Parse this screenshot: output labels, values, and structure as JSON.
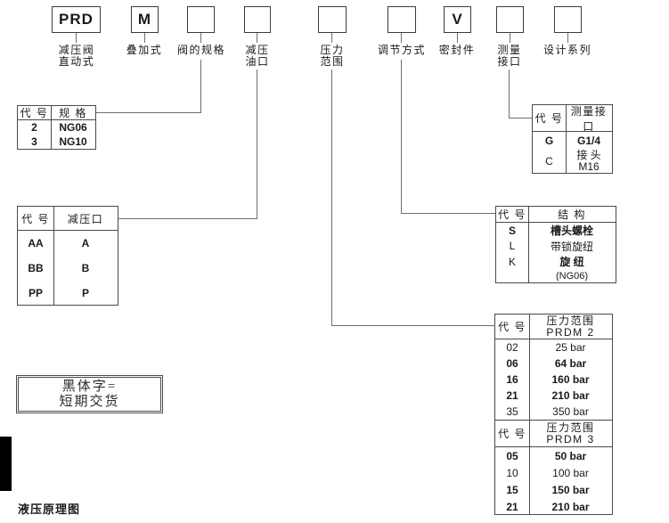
{
  "model_code": {
    "boxes": [
      {
        "code": "PRD",
        "label1": "减压阀",
        "label2": "直动式"
      },
      {
        "code": "M",
        "label1": "叠加式",
        "label2": ""
      },
      {
        "code": "",
        "label1": "阀的规格",
        "label2": ""
      },
      {
        "code": "",
        "label1": "减压",
        "label2": "油口"
      },
      {
        "code": "",
        "label1": "压力",
        "label2": "范围"
      },
      {
        "code": "",
        "label1": "调节方式",
        "label2": ""
      },
      {
        "code": "V",
        "label1": "密封件",
        "label2": ""
      },
      {
        "code": "",
        "label1": "测量",
        "label2": "接口"
      },
      {
        "code": "",
        "label1": "设计系列",
        "label2": ""
      }
    ]
  },
  "size_table": {
    "col1": "代 号",
    "col2": "规 格",
    "rows": [
      {
        "code": "2",
        "value": "NG06"
      },
      {
        "code": "3",
        "value": "NG10"
      }
    ]
  },
  "port_table": {
    "col1": "代 号",
    "col2": "减压口",
    "rows": [
      {
        "code": "AA",
        "value": "A"
      },
      {
        "code": "BB",
        "value": "B"
      },
      {
        "code": "PP",
        "value": "P"
      }
    ]
  },
  "gauge_table": {
    "col1": "代 号",
    "col2": "测量接口",
    "rows": [
      {
        "code": "G",
        "value": "G1/4"
      },
      {
        "code": "C",
        "value": "接 头",
        "value2": "M16"
      }
    ]
  },
  "structure_table": {
    "col1": "代 号",
    "col2": "结 构",
    "rows": [
      {
        "code": "S",
        "value": "槽头螺栓"
      },
      {
        "code": "L",
        "value": "带锁旋纽"
      },
      {
        "code": "K",
        "value": "旋 纽"
      },
      {
        "code": "",
        "value": "(NG06)"
      }
    ]
  },
  "pressure_table": {
    "col1": "代 号",
    "section_a": {
      "title": "压力范围",
      "subtitle": "PRDM 2"
    },
    "rows_a": [
      [
        "02",
        "25 bar"
      ],
      [
        "06",
        "64 bar"
      ],
      [
        "16",
        "160 bar"
      ],
      [
        "21",
        "210 bar"
      ],
      [
        "35",
        "350 bar"
      ]
    ],
    "section_b": {
      "title": "压力范围",
      "subtitle": "PRDM 3"
    },
    "rows_b": [
      [
        "05",
        "50 bar"
      ],
      [
        "10",
        "100 bar"
      ],
      [
        "15",
        "150 bar"
      ],
      [
        "21",
        "210 bar"
      ]
    ]
  },
  "legend": {
    "line1": "黑体字=",
    "line2": "短期交货"
  },
  "caption": "液压原理图"
}
